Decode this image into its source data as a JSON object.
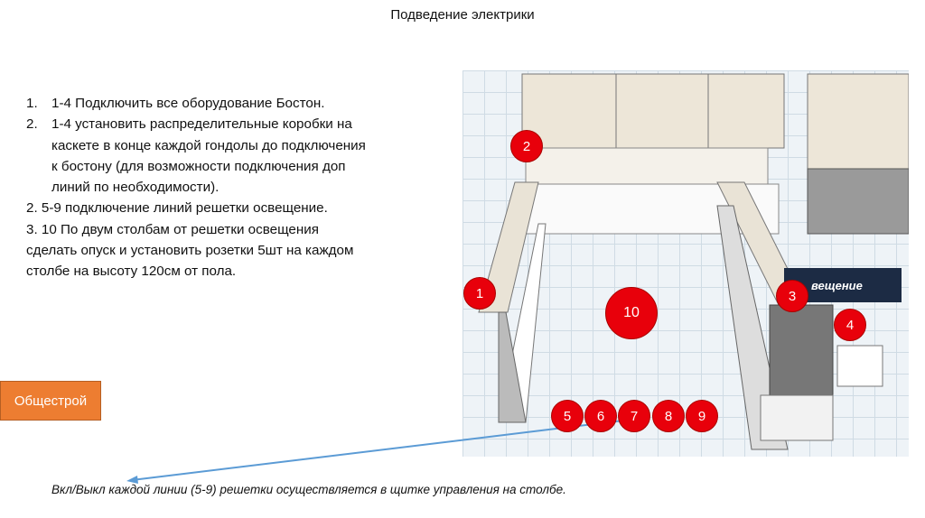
{
  "title": "Подведение электрики",
  "instructions": [
    {
      "num": "1.",
      "lines": [
        "1-4 Подключить все оборудование Бостон."
      ]
    },
    {
      "num": "2.",
      "lines": [
        "1-4 установить распределительные коробки на",
        "каскете в конце каждой гондолы до подключения",
        "к бостону (для возможности подключения доп",
        "линий по необходимости)."
      ]
    }
  ],
  "para": [
    "2. 5-9 подключение линий решетки освещение.",
    "3. 10 По двум столбам от решетки освещения",
    "сделать опуск и установить розетки 5шт на каждом",
    "столбе на высоту 120см от пола."
  ],
  "button": {
    "label": "Общестрой",
    "color": "#ed7d31"
  },
  "note": "Вкл/Выкл каждой линии (5-9) решетки осуществляется в щитке управления на столбе.",
  "plan": {
    "sign": "вещение",
    "marker_color": "#e8000b",
    "arrow_color": "#5b9bd5",
    "markers": [
      "1",
      "2",
      "3",
      "4",
      "5",
      "6",
      "7",
      "8",
      "9",
      "10"
    ]
  }
}
